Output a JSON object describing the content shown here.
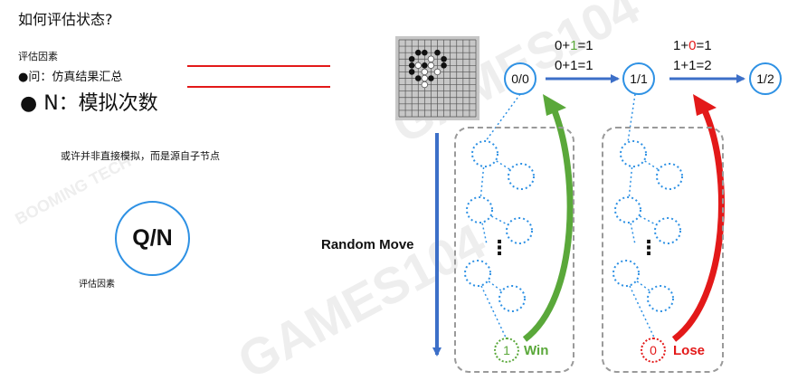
{
  "left": {
    "title": "如何评估状态?",
    "factor_label_1": "评估因素",
    "q_line": "●问：仿真结果汇总",
    "n_line": "● N：模拟次数",
    "note": "或许并非直接模拟，而是源自子节点",
    "qn": "Q/N",
    "factor_label_2": "评估因素"
  },
  "diagram": {
    "random_move": "Random Move",
    "root_node": "0/0",
    "mid_node": "1/1",
    "right_node": "1/2",
    "eq1": [
      "0+",
      "1",
      "=1"
    ],
    "eq2": "0+1=1",
    "eq3": [
      "1+",
      "0",
      "=1"
    ],
    "eq4": "1+1=2",
    "win_value": "1",
    "win_label": "Win",
    "lose_value": "0",
    "lose_label": "Lose",
    "dots": "⋮"
  },
  "colors": {
    "blue": "#2e91e4",
    "arrow_blue": "#3c6fc8",
    "green": "#5aa83a",
    "red": "#e31919",
    "dashed_gray": "#9a9a9a"
  },
  "watermark": {
    "games": "GAMES104",
    "booming": "BOOMING TECH"
  }
}
